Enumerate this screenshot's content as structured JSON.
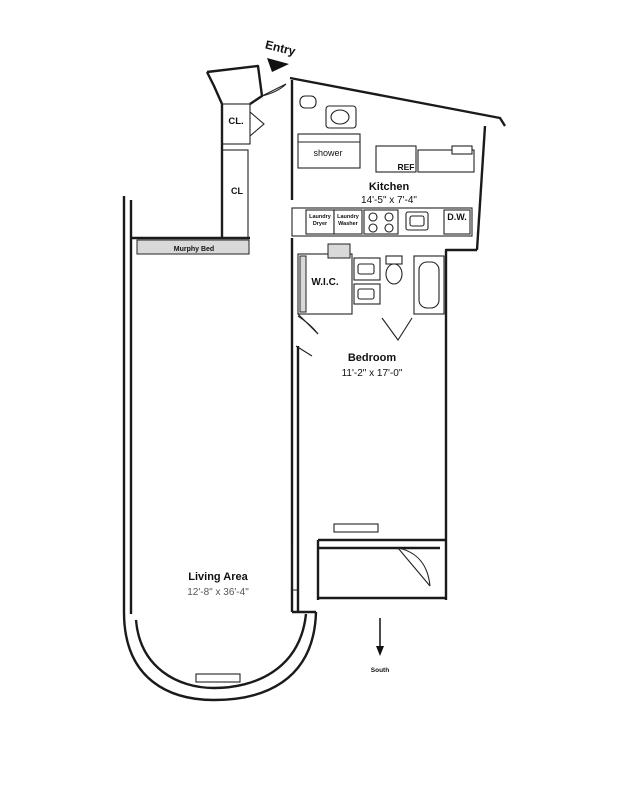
{
  "labels": {
    "entry": "Entry",
    "closet_top": "CL.",
    "closet_mid": "CL",
    "shower": "shower",
    "ref": "REF",
    "kitchen_name": "Kitchen",
    "kitchen_dim": "14'-5\" x 7'-4\"",
    "laundry_dryer_1": "Laundry",
    "laundry_dryer_2": "Dryer",
    "laundry_washer_1": "Laundry",
    "laundry_washer_2": "Washer",
    "dishwasher": "D.W.",
    "murphy_bed": "Murphy Bed",
    "wic": "W.I.C.",
    "bedroom_name": "Bedroom",
    "bedroom_dim": "11'-2\" x 17'-0\"",
    "living_name": "Living Area",
    "living_dim": "12'-8\" x 36'-4\"",
    "south": "South"
  },
  "colors": {
    "wall": "#1a1a1a",
    "background": "#ffffff",
    "fixture_fill": "#d9d9d9"
  }
}
